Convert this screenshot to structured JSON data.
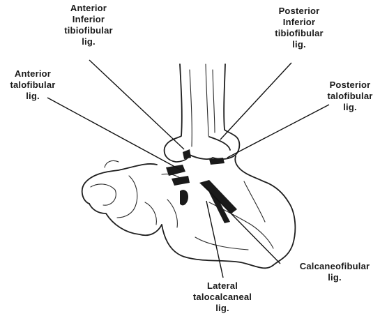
{
  "labels": {
    "anterior_inferior_tibiofibular": [
      "Anterior",
      "Inferior",
      "tibiofibular",
      "lig."
    ],
    "posterior_inferior_tibiofibular": [
      "Posterior",
      "Inferior",
      "tibiofibular",
      "lig."
    ],
    "anterior_talofibular": [
      "Anterior",
      "talofibular",
      "lig."
    ],
    "posterior_talofibular": [
      "Posterior",
      "talofibular",
      "lig."
    ],
    "calcaneofibular": [
      "Calcaneofibular",
      "lig."
    ],
    "lateral_talocalcaneal": [
      "Lateral",
      "talocalcaneal",
      "lig."
    ]
  },
  "colors": {
    "ink": "#1e1e1e",
    "background": "#ffffff"
  }
}
